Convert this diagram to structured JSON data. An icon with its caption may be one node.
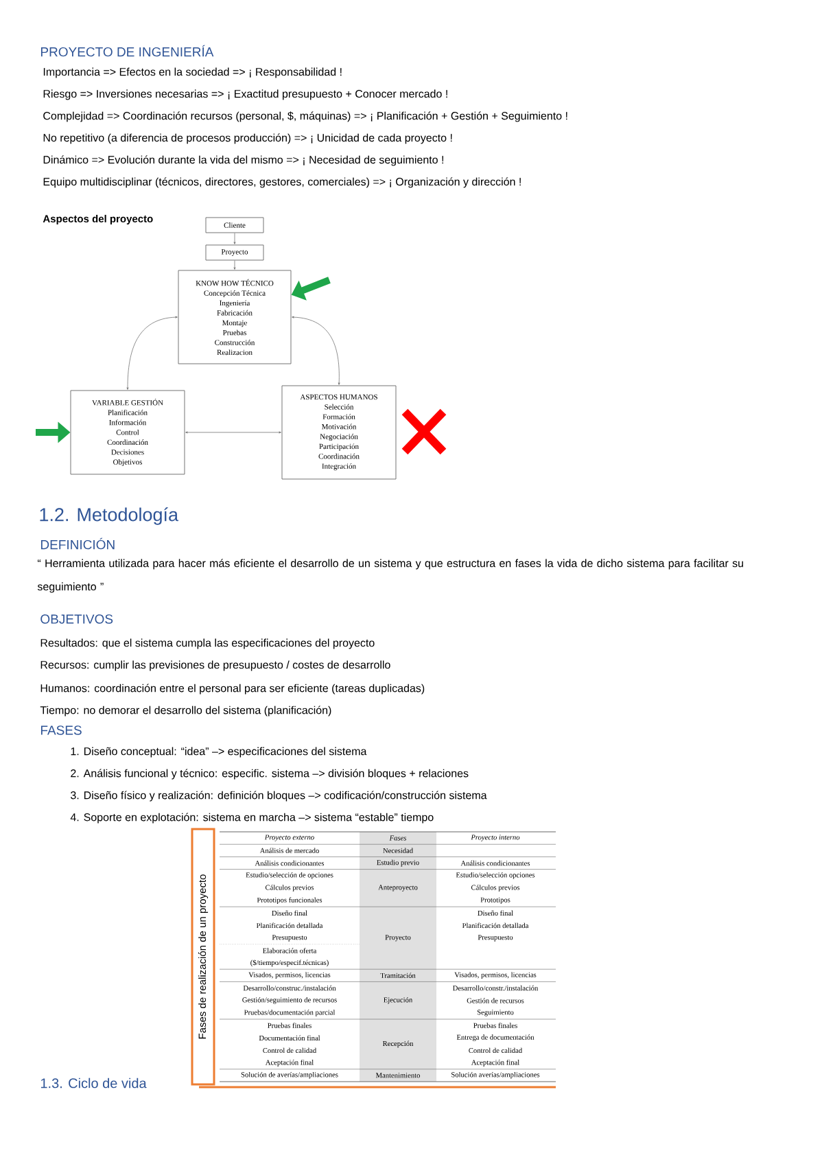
{
  "diagram": {
    "title": "PROYECTO DE INGENIERÍA",
    "nodes": [
      {
        "text": [
          "Cliente"
        ]
      },
      {
        "text": [
          "Proyecto"
        ]
      },
      {
        "text": [
          "KNOW HOW TÉCNICO",
          "Concepción Técnica",
          "Ingeniería",
          "Fabricación",
          "Montaje",
          "Pruebas",
          "Construcción",
          "Realizacion"
        ]
      },
      {
        "text": [
          "VARIABLE GESTIÓN",
          "Planificación",
          "Información",
          "Control",
          "Coordinación",
          "Decisiones",
          "Objetivos"
        ]
      },
      {
        "text": [
          "ASPECTOS HUMANOS",
          "Selección",
          "Formación",
          "Motivación",
          "Negociación",
          "Participación",
          "Coordinación",
          "Integración"
        ]
      },
      {
        "text": [
          "Fases de realización de un proyecto"
        ]
      }
    ],
    "edges": [
      {
        "from": 0,
        "to": 1,
        "arrow": "to"
      },
      {
        "from": 1,
        "to": 2,
        "arrow": "to"
      },
      {
        "from": 2,
        "to": 3,
        "arrow": "both"
      },
      {
        "from": 2,
        "to": 4,
        "arrow": "both"
      },
      {
        "from": 3,
        "to": 4,
        "arrow": "both"
      },
      {
        "from": null,
        "to": 2,
        "arrow": "to",
        "style": "thick",
        "color": "#1fa64a"
      },
      {
        "from": null,
        "to": 3,
        "arrow": "to",
        "style": "thick",
        "color": "#1fa64a"
      }
    ],
    "labels": [
      "Importancia => Efectos en la sociedad => ¡ Responsabilidad !",
      "Riesgo => Inversiones necesarias => ¡ Exactitud presupuesto + Conocer mercado !",
      "Complejidad => Coordinación recursos (personal, $, máquinas) => ¡ Planificación + Gestión + Seguimiento !",
      "No repetitivo (a diferencia de procesos producción) => ¡ Unicidad de cada proyecto !",
      "Dinámico => Evolución durante la vida del mismo => ¡ Necesidad de seguimiento !",
      "Equipo multidisciplinar (técnicos, directores, gestores, comerciales) => ¡ Organización y dirección !",
      "Aspectos del proyecto",
      "1.2. Metodología",
      "DEFINICIÓN",
      "“ Herramienta utilizada para hacer más eficiente el desarrollo de un sistema y que estructura en fases la vida de dicho sistema para facilitar su seguimiento ”",
      "OBJETIVOS",
      "Resultados: que el sistema cumpla las especificaciones del proyecto",
      "Recursos: cumplir las previsiones de presupuesto / costes de desarrollo",
      "Humanos: coordinación entre el personal para ser eficiente (tareas duplicadas)",
      "Tiempo: no demorar el desarrollo del sistema (planificación)",
      "FASES",
      "1. Diseño conceptual: “idea” –> especificaciones del sistema",
      "2. Análisis funcional y técnico: especific. sistema –> división bloques + relaciones",
      "3. Diseño físico y realización: definición bloques –> codificación/construcción sistema",
      "4. Soporte en explotación: sistema en marcha –> sistema “estable” tiempo",
      "Proyecto externo",
      "Fases",
      "Proyecto interno",
      "Análisis de mercado",
      "Necesidad",
      "Análisis condicionantes",
      "Estudio previo",
      "Análisis condicionantes",
      "Estudio/selección de opciones",
      "Cálculos previos",
      "Prototipos funcionales",
      "Anteproyecto",
      "Estudio/selección opciones",
      "Cálculos previos",
      "Prototipos",
      "Diseño final",
      "Planificación detallada",
      "Presupuesto",
      "Elaboración oferta",
      "($/tiempo/especif.técnicas)",
      "Proyecto",
      "Diseño final",
      "Planificación detallada",
      "Presupuesto",
      "Visados, permisos, licencias",
      "Tramitación",
      "Visados, permisos, licencias",
      "Desarrollo/construc./instalación",
      "Gestión/seguimiento de recursos",
      "Pruebas/documentación parcial",
      "Ejecución",
      "Desarrollo/constr./instalación",
      "Gestión de recursos",
      "Seguimiento",
      "Pruebas finales",
      "Documentación final",
      "Control de calidad",
      "Aceptación final",
      "Recepción",
      "Pruebas finales",
      "Entrega de documentación",
      "Control de calidad",
      "Aceptación final",
      "Solución de averías/ampliaciones",
      "Mantenimiento",
      "Solución averías/ampliaciones",
      "1.3. Ciclo de vida"
    ]
  }
}
